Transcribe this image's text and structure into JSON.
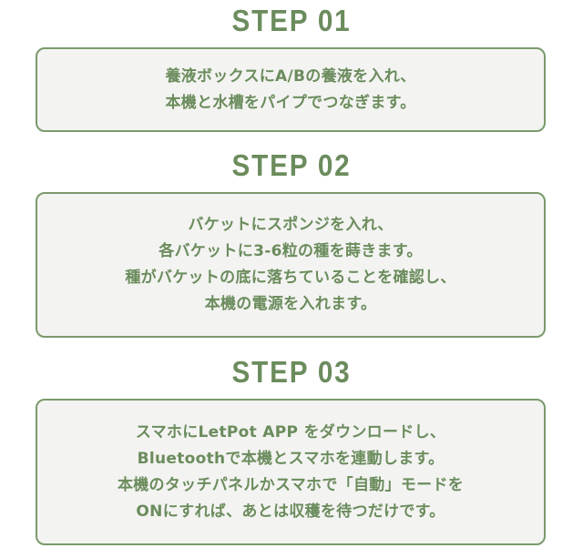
{
  "steps": [
    {
      "title": "STEP 01",
      "lines": [
        "養液ボックスにA/Bの養液を入れ、",
        "本機と水槽をパイプでつなぎます。"
      ]
    },
    {
      "title": "STEP 02",
      "lines": [
        "バケットにスポンジを入れ、",
        "各バケットに3-6粒の種を蒔きます。",
        "種がバケットの底に落ちていることを確認し、",
        "本機の電源を入れます。"
      ]
    },
    {
      "title": "STEP 03",
      "lines": [
        "スマホにLetPot APP をダウンロードし、",
        "Bluetoothで本機とスマホを連動します。",
        "本機のタッチパネルかスマホで「自動」モードを",
        "ONにすれば、あとは収穫を待つだけです。"
      ]
    }
  ],
  "colors": {
    "accent": "#6b8c5d",
    "box_bg": "#f3f3f1",
    "border": "#7a9a6c"
  }
}
